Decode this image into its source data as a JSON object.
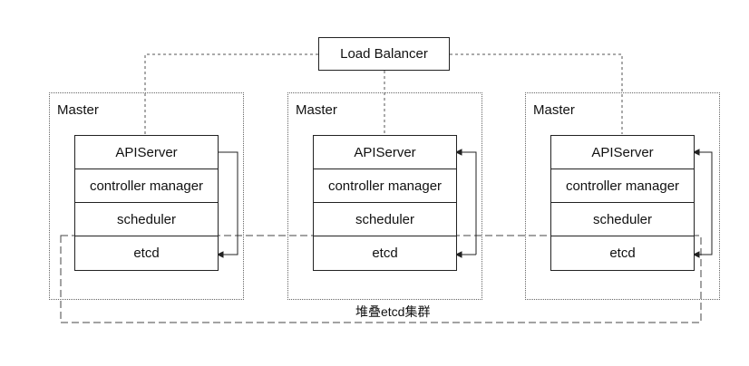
{
  "load_balancer": {
    "label": "Load Balancer"
  },
  "masters": [
    {
      "label": "Master",
      "components": [
        "APIServer",
        "controller manager",
        "scheduler",
        "etcd"
      ]
    },
    {
      "label": "Master",
      "components": [
        "APIServer",
        "controller manager",
        "scheduler",
        "etcd"
      ]
    },
    {
      "label": "Master",
      "components": [
        "APIServer",
        "controller manager",
        "scheduler",
        "etcd"
      ]
    }
  ],
  "etcd_cluster": {
    "label": "堆叠etcd集群"
  }
}
